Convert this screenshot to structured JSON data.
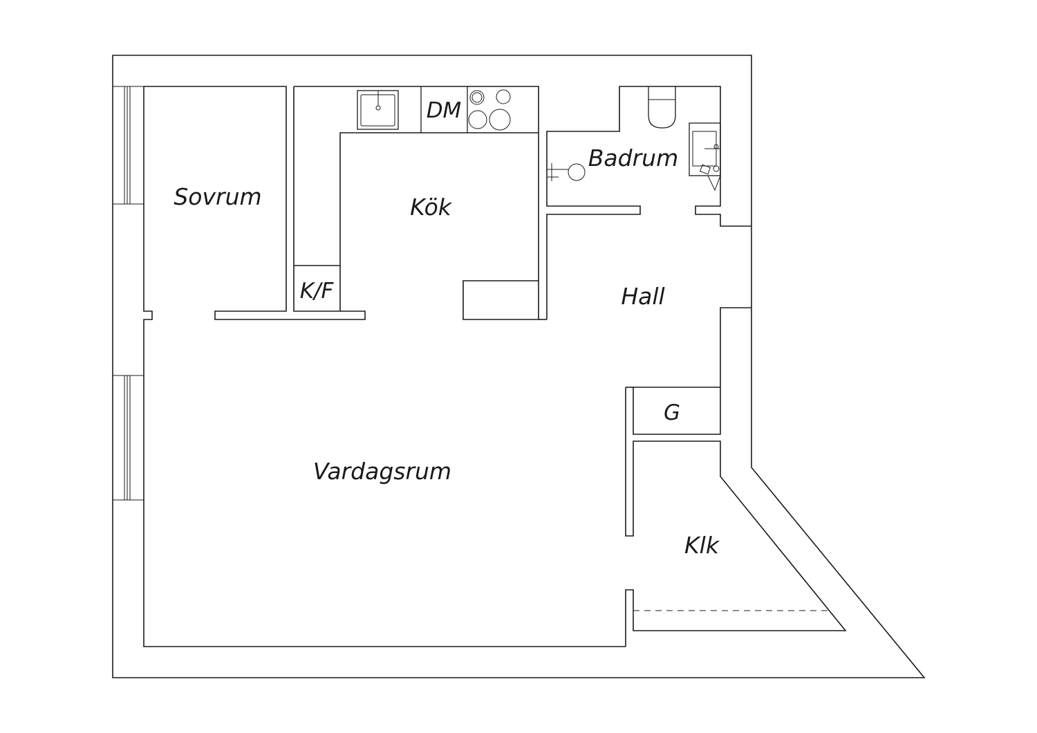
{
  "rooms": {
    "sovrum": "Sovrum",
    "kok": "Kök",
    "badrum": "Badrum",
    "hall": "Hall",
    "vardagsrum": "Vardagsrum",
    "klk": "Klk",
    "kf": "K/F",
    "dm": "DM",
    "g": "G"
  },
  "colors": {
    "line": "#1a1a1a",
    "background": "#ffffff"
  },
  "icons": [
    "sink-icon",
    "stove-icon",
    "toilet-icon",
    "basin-icon",
    "shower-icon",
    "window-icon"
  ]
}
